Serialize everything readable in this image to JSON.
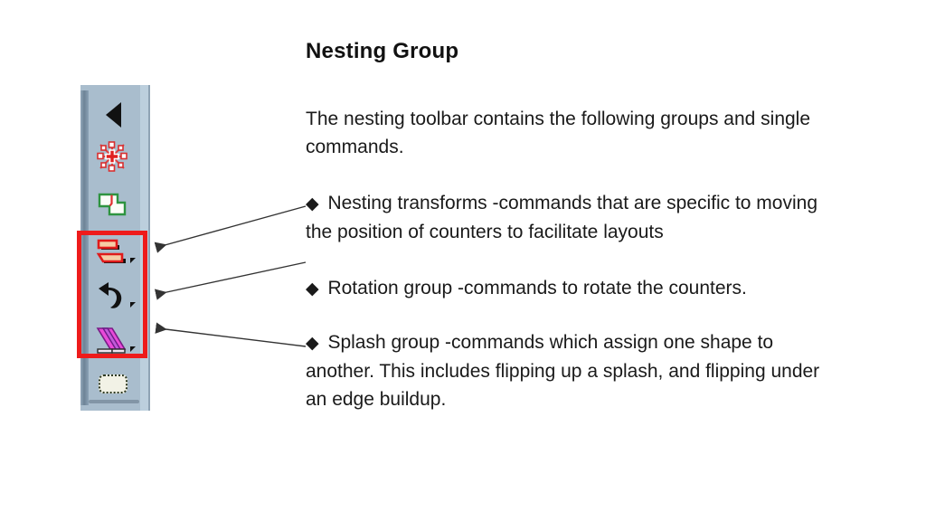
{
  "slide": {
    "title": "Nesting Group",
    "intro": "The nesting toolbar contains the following groups and single commands.",
    "bullets": [
      {
        "marker": "◆",
        "text": " Nesting transforms -commands that are specific to moving the position of counters to facilitate layouts"
      },
      {
        "marker": "◆",
        "text": " Rotation group -commands to rotate the counters."
      },
      {
        "marker": "◆",
        "text": " Splash group -commands which assign one shape to another. This includes flipping up a splash, and flipping under an edge buildup."
      }
    ]
  },
  "toolbar": {
    "name": "nesting-toolbar",
    "background_color": "#a9bdcd",
    "grip_color": "#6d8396",
    "buttons": [
      {
        "id": "collapse-arrow",
        "icon": "left-triangle-icon",
        "has_dropdown": false
      },
      {
        "id": "nesting-transform",
        "icon": "nesting-star-icon",
        "has_dropdown": false
      },
      {
        "id": "shape-tool",
        "icon": "green-polygon-icon",
        "has_dropdown": false
      },
      {
        "id": "nesting-transforms-group",
        "icon": "stacked-bars-icon",
        "has_dropdown": true
      },
      {
        "id": "rotation-group",
        "icon": "rotate-arrow-icon",
        "has_dropdown": true
      },
      {
        "id": "splash-group",
        "icon": "splash-diagonal-icon",
        "has_dropdown": true
      },
      {
        "id": "rounded-rect-tool",
        "icon": "rounded-rectangle-icon",
        "has_dropdown": false
      }
    ]
  },
  "annotations": {
    "highlight_color": "#ee1b1b",
    "highlight_label": "red-highlight-box",
    "arrows": [
      {
        "id": "arrow-to-nesting-transforms"
      },
      {
        "id": "arrow-to-rotation-group"
      },
      {
        "id": "arrow-to-splash-group"
      }
    ]
  }
}
